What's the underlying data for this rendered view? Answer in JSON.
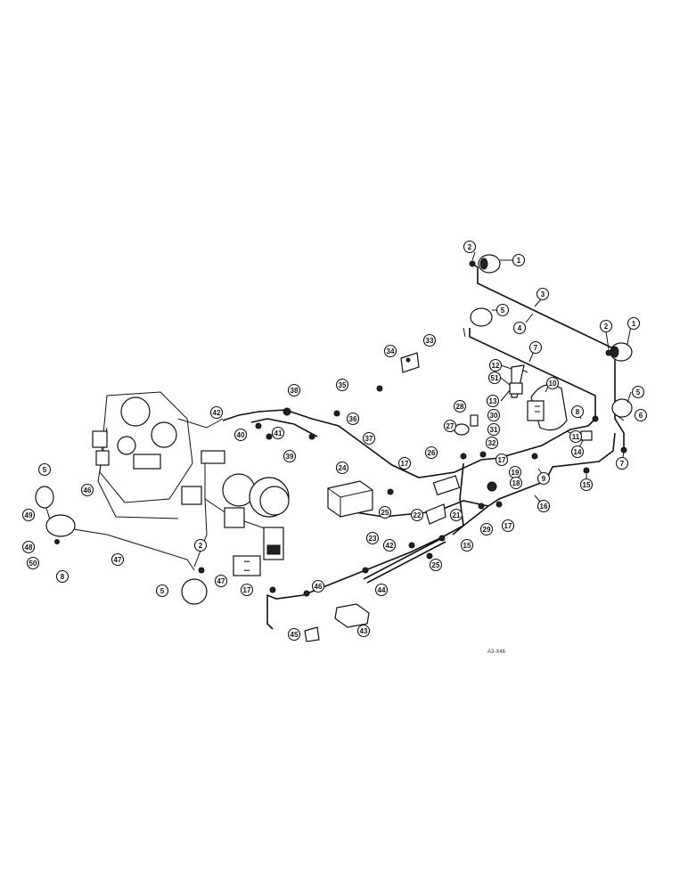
{
  "diagram": {
    "reference_code": "A3-X46"
  },
  "callouts": [
    {
      "id": "c1a",
      "label": "1"
    },
    {
      "id": "c2a",
      "label": "2"
    },
    {
      "id": "c3",
      "label": "3"
    },
    {
      "id": "c4",
      "label": "4"
    },
    {
      "id": "c5a",
      "label": "5"
    },
    {
      "id": "c2b",
      "label": "2"
    },
    {
      "id": "c1b",
      "label": "1"
    },
    {
      "id": "c7a",
      "label": "7"
    },
    {
      "id": "c12",
      "label": "12"
    },
    {
      "id": "c51",
      "label": "51"
    },
    {
      "id": "c13",
      "label": "13"
    },
    {
      "id": "c10",
      "label": "10"
    },
    {
      "id": "c5b",
      "label": "5"
    },
    {
      "id": "c6",
      "label": "6"
    },
    {
      "id": "c8",
      "label": "8"
    },
    {
      "id": "c11",
      "label": "11"
    },
    {
      "id": "c9",
      "label": "9"
    },
    {
      "id": "c14",
      "label": "14"
    },
    {
      "id": "c7b",
      "label": "7"
    },
    {
      "id": "c15a",
      "label": "15"
    },
    {
      "id": "c16",
      "label": "16"
    },
    {
      "id": "c33",
      "label": "33"
    },
    {
      "id": "c34",
      "label": "34"
    },
    {
      "id": "c35",
      "label": "35"
    },
    {
      "id": "c38",
      "label": "38"
    },
    {
      "id": "c36",
      "label": "36"
    },
    {
      "id": "c42a",
      "label": "42"
    },
    {
      "id": "c40",
      "label": "40"
    },
    {
      "id": "c41",
      "label": "41"
    },
    {
      "id": "c39",
      "label": "39"
    },
    {
      "id": "c37",
      "label": "37"
    },
    {
      "id": "c28",
      "label": "28"
    },
    {
      "id": "c27",
      "label": "27"
    },
    {
      "id": "c30",
      "label": "30"
    },
    {
      "id": "c31",
      "label": "31"
    },
    {
      "id": "c32",
      "label": "32"
    },
    {
      "id": "c17a",
      "label": "17"
    },
    {
      "id": "c19",
      "label": "19"
    },
    {
      "id": "c18",
      "label": "18"
    },
    {
      "id": "c17b",
      "label": "17"
    },
    {
      "id": "c29",
      "label": "29"
    },
    {
      "id": "c24",
      "label": "24"
    },
    {
      "id": "c17c",
      "label": "17"
    },
    {
      "id": "c26",
      "label": "26"
    },
    {
      "id": "c25a",
      "label": "25"
    },
    {
      "id": "c22",
      "label": "22"
    },
    {
      "id": "c21",
      "label": "21"
    },
    {
      "id": "c23",
      "label": "23"
    },
    {
      "id": "c15b",
      "label": "15"
    },
    {
      "id": "c25b",
      "label": "25"
    },
    {
      "id": "c42b",
      "label": "42"
    },
    {
      "id": "c46a",
      "label": "46"
    },
    {
      "id": "c44",
      "label": "44"
    },
    {
      "id": "c43",
      "label": "43"
    },
    {
      "id": "c45",
      "label": "45"
    },
    {
      "id": "c5c",
      "label": "5"
    },
    {
      "id": "c46b",
      "label": "46"
    },
    {
      "id": "c49",
      "label": "49"
    },
    {
      "id": "c48",
      "label": "48"
    },
    {
      "id": "c50",
      "label": "50"
    },
    {
      "id": "c8b",
      "label": "8"
    },
    {
      "id": "c47a",
      "label": "47"
    },
    {
      "id": "c2c",
      "label": "2"
    },
    {
      "id": "c47b",
      "label": "47"
    },
    {
      "id": "c5d",
      "label": "5"
    },
    {
      "id": "c17d",
      "label": "17"
    }
  ]
}
